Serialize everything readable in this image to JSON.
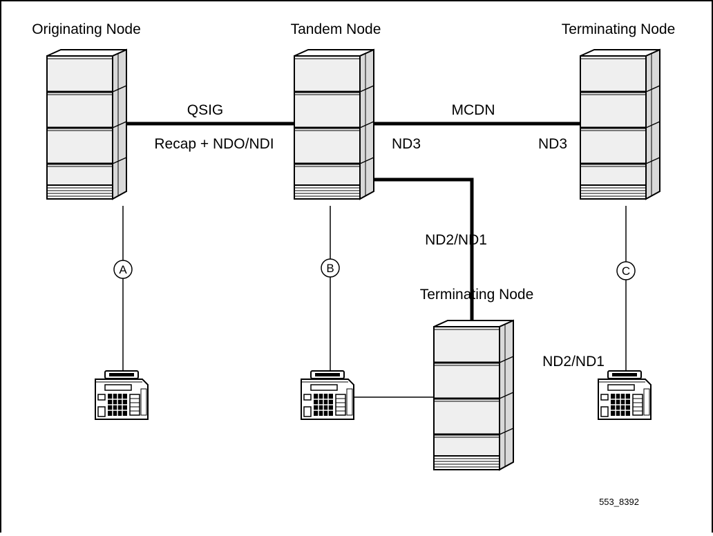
{
  "nodes": {
    "originating": {
      "label": "Originating Node"
    },
    "tandem": {
      "label": "Tandem Node"
    },
    "terminating_right": {
      "label": "Terminating Node"
    },
    "terminating_bottom": {
      "label": "Terminating Node"
    }
  },
  "links": {
    "qsig": {
      "label": "QSIG"
    },
    "recap": {
      "label": "Recap + NDO/NDI"
    },
    "mcdn": {
      "label": "MCDN"
    },
    "nd3_left": {
      "label": "ND3"
    },
    "nd3_right": {
      "label": "ND3"
    },
    "nd2nd1_mid": {
      "label": "ND2/ND1"
    },
    "nd2nd1_right": {
      "label": "ND2/ND1"
    }
  },
  "markers": {
    "a": "A",
    "b": "B",
    "c": "C"
  },
  "figure_id": "553_8392"
}
